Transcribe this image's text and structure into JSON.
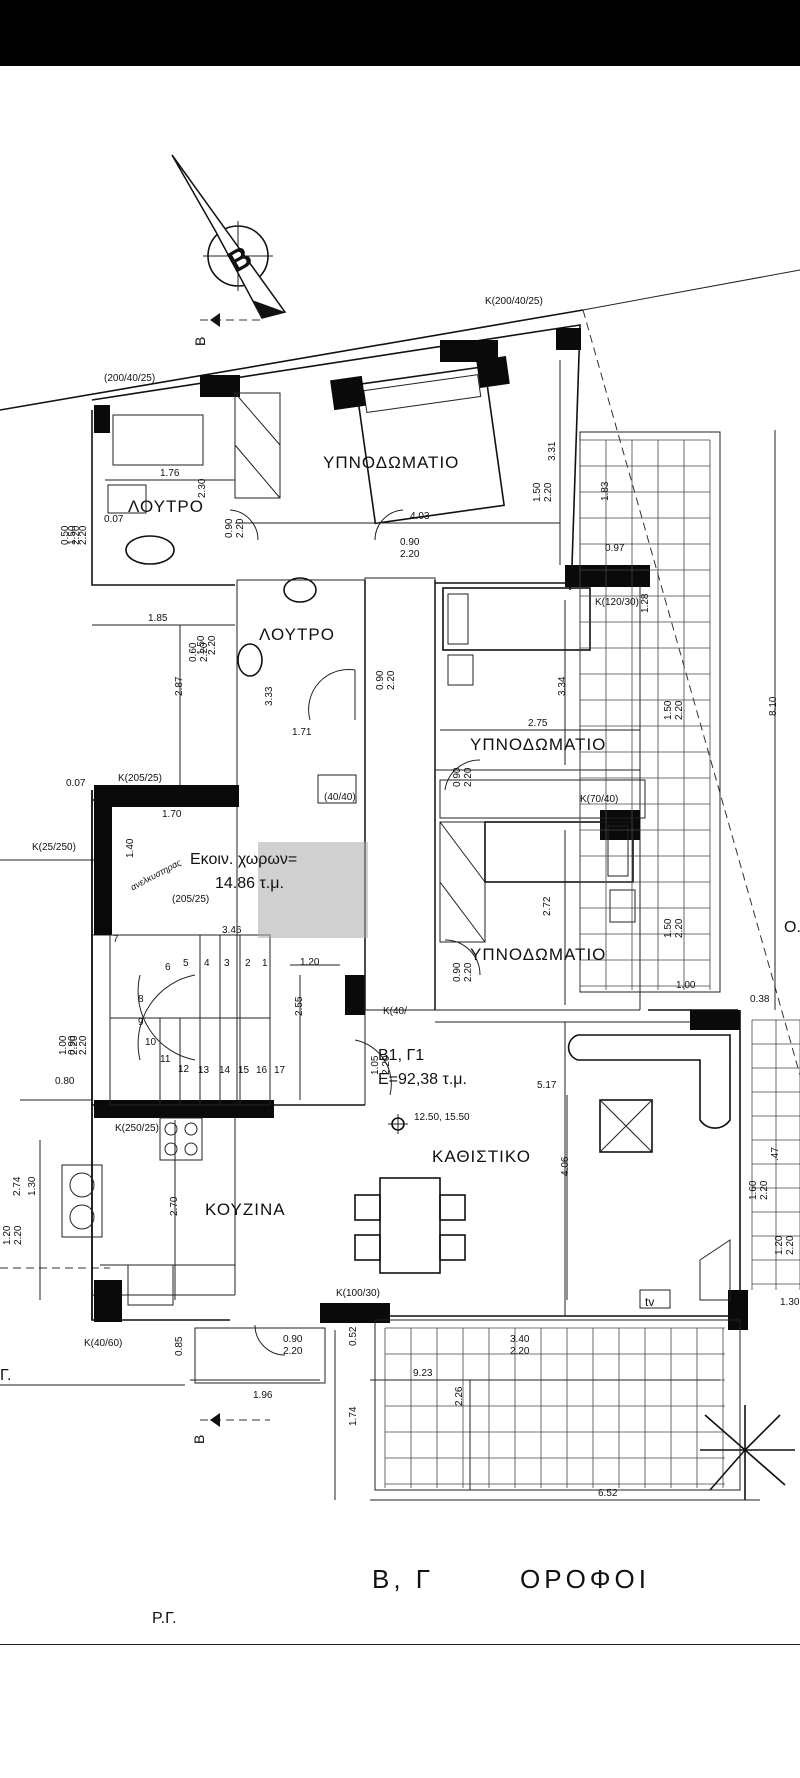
{
  "header": {
    "bar_color": "#000000"
  },
  "compass": {
    "letter": "B",
    "icon": "north-arrow-icon"
  },
  "section_marker": {
    "letter": "B"
  },
  "rooms": {
    "bedroom_main": "ΥΠΝΟΔΩΜΑΤΙΟ",
    "bedroom_2": "ΥΠΝΟΔΩΜΑΤΙΟ",
    "bedroom_3": "ΥΠΝΟΔΩΜΑΤΙΟ",
    "bathroom_1": "ΛΟΥΤΡΟ",
    "bathroom_2": "ΛΟΥΤΡΟ",
    "kitchen": "ΚΟΥΖΙΝΑ",
    "living": "ΚΑΘΙΣΤΙΚΟ"
  },
  "common_area": {
    "line1": "Εκοιν. χωρων=",
    "line2": "14.86  τ.μ."
  },
  "unit": {
    "name": "Β1, Γ1",
    "area": "Ε=92,38  τ.μ."
  },
  "shaft_label": "ανελκυστηρας",
  "columns": {
    "k1": "K(200/40/25)",
    "k2": "(200/40/25)",
    "k3": "K(120/30)",
    "k4": "K(205/25)",
    "k5": "K(25/250)",
    "k6": "(205/25)",
    "k7": "K(70/40)",
    "k8": "K(250/25)",
    "k9": "K(100/30)",
    "k10": "K(40/60)",
    "k11": "(40/40)",
    "k12": "K(40/"
  },
  "dimensions": {
    "d176": "1.76",
    "d230": "2.30",
    "d403": "4.03",
    "d331": "3.31",
    "d183": "1.83",
    "d097": "0.97",
    "d128": "1.28",
    "d185": "1.85",
    "d287": "2.87",
    "d333": "3.33",
    "d171": "1.71",
    "d334": "3.34",
    "d275": "2.75",
    "d007a": "0.07",
    "d007b": "0.07",
    "d170": "1.70",
    "d140": "1.40",
    "d346": "3.46",
    "d120": "1.20",
    "d255": "2.55",
    "d272": "2.72",
    "d100": "1.00",
    "d038": "0.38",
    "d810": "8.10",
    "d080": "0.80",
    "d517": "5.17",
    "d406": "4.06",
    "d270": "2.70",
    "d274": "2.74",
    "d130": "1.30",
    "d085": "0.85",
    "d052": "0.52",
    "d923": "9.23",
    "d196": "1.96",
    "d226": "2.26",
    "d174": "1.74",
    "d652": "6.52",
    "d47": ".47",
    "d130b": "1.30",
    "level": "12.50,   15.50"
  },
  "openings": {
    "o1": [
      "0.50",
      "2.20"
    ],
    "o2": [
      "1.50",
      "2.20"
    ],
    "o3": [
      "0.90",
      "2.20"
    ],
    "o4": [
      "1.50",
      "2.20"
    ],
    "o5": [
      "0.90",
      "2.20"
    ],
    "o6": [
      "0.60",
      "2.20"
    ],
    "o7": [
      "1.50",
      "2.20"
    ],
    "o8": [
      "0.90",
      "2.20"
    ],
    "o9": [
      "1.50",
      "2.20"
    ],
    "o10": [
      "0.90",
      "2.20"
    ],
    "o11": [
      "1.00",
      "2.20"
    ],
    "o12": [
      "0.90",
      "2.20"
    ],
    "o13": [
      "1.50",
      "2.20"
    ],
    "o14": [
      "0.90",
      "2.20"
    ],
    "o15": [
      "1.05",
      "2.20"
    ],
    "o16": [
      "1.20",
      "2.20"
    ],
    "o17": [
      "0.90",
      "2.20"
    ],
    "o18": [
      "3.40",
      "2.20"
    ],
    "o19": [
      "1.60",
      "2.20"
    ],
    "o20": [
      "1.20",
      "2.20"
    ]
  },
  "stairs": [
    "1",
    "2",
    "3",
    "4",
    "5",
    "6",
    "7",
    "8",
    "9",
    "10",
    "11",
    "12",
    "13",
    "14",
    "15",
    "16",
    "17"
  ],
  "tv_label": "tv",
  "side_labels": {
    "right": "Ο.",
    "left": "Γ."
  },
  "footer": {
    "title_left": "Β,  Γ",
    "title_right": "ΟΡΟΦΟΙ",
    "note": "Ρ.Γ."
  }
}
